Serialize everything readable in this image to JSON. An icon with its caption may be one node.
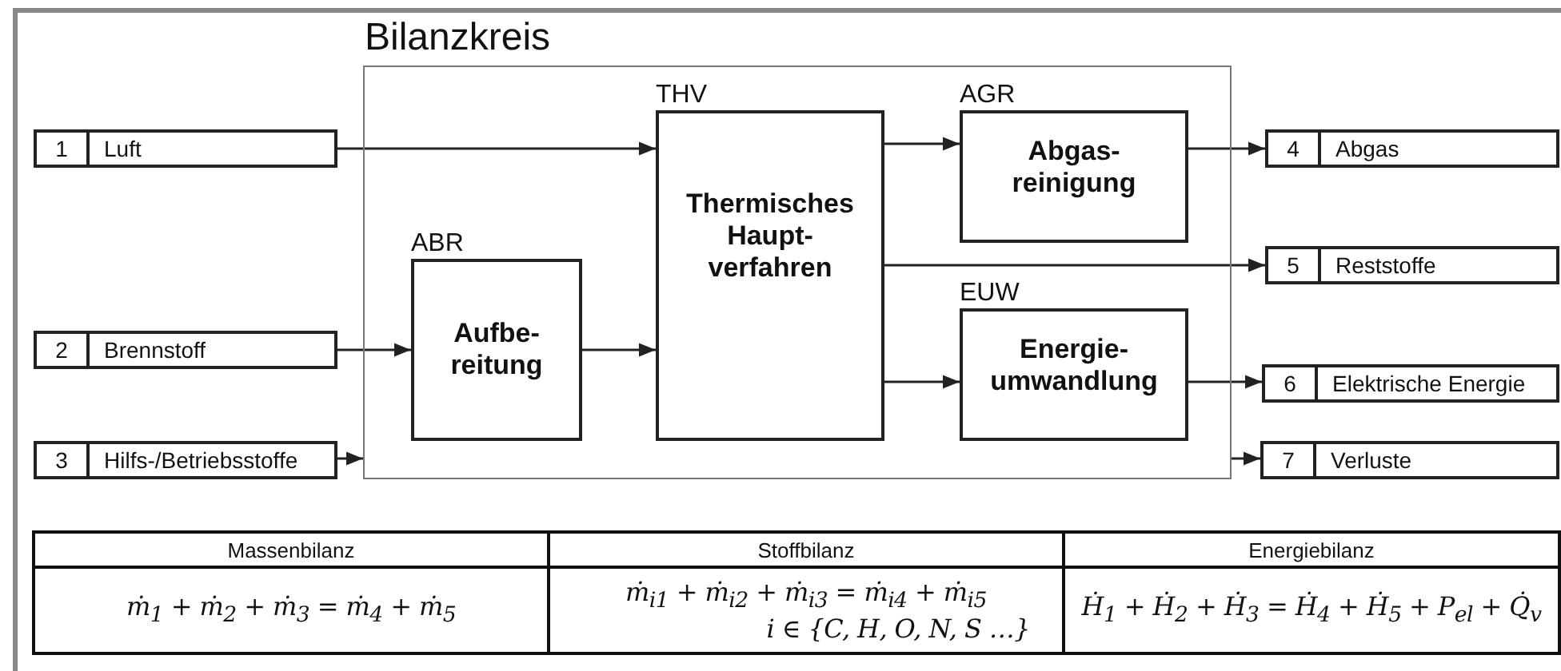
{
  "diagram": {
    "nodes": [
      {
        "text": [
          "Bilanzkreis"
        ]
      },
      {
        "text": [
          "1",
          "Luft"
        ]
      },
      {
        "text": [
          "2",
          "Brennstoff"
        ]
      },
      {
        "text": [
          "3",
          "Hilfs-/Betriebsstoffe"
        ]
      },
      {
        "text": [
          "ABR",
          "Aufbe- reitung"
        ],
        "in": 0
      },
      {
        "text": [
          "THV",
          "Thermisches Haupt- verfahren"
        ],
        "in": 0
      },
      {
        "text": [
          "AGR",
          "Abgas- reinigung"
        ],
        "in": 0
      },
      {
        "text": [
          "EUW",
          "Energie- umwandlung"
        ],
        "in": 0
      },
      {
        "text": [
          "4",
          "Abgas"
        ]
      },
      {
        "text": [
          "5",
          "Reststoffe"
        ]
      },
      {
        "text": [
          "6",
          "Elektrische Energie"
        ]
      },
      {
        "text": [
          "7",
          "Verluste"
        ]
      }
    ],
    "edges": [
      {
        "from": 1,
        "to": 5,
        "arrow": "to"
      },
      {
        "from": 2,
        "to": 4,
        "arrow": "to"
      },
      {
        "from": 4,
        "to": 5,
        "arrow": "to"
      },
      {
        "from": 5,
        "to": 6,
        "arrow": "to"
      },
      {
        "from": 5,
        "to": 9,
        "arrow": "to"
      },
      {
        "from": 5,
        "to": 7,
        "arrow": "to"
      },
      {
        "from": 6,
        "to": 8,
        "arrow": "to"
      },
      {
        "from": 7,
        "to": 10,
        "arrow": "to"
      },
      {
        "from": 3,
        "to": 0,
        "arrow": "to"
      },
      {
        "from": 0,
        "to": 11,
        "arrow": "to"
      }
    ],
    "labels": [
      "Massenbilanz",
      "Stoffbilanz",
      "Energiebilanz",
      "ṁ$_{1}$ + ṁ$_{2}$ + ṁ$_{3}$ = ṁ$_{4}$ + ṁ$_{5}$",
      "ṁ$_{i1}$ + ṁ$_{i2}$ + ṁ$_{i3}$ = ṁ$_{i4}$ + ṁ$_{i5}$",
      "i ∈ {C, H, O, N, S …}",
      "Ḣ$_{1}$ + Ḣ$_{2}$ + Ḣ$_{3}$ = Ḣ$_{4}$ + Ḣ$_{5}$ + P$_{el}$ + Q̇$_{v}$"
    ]
  }
}
